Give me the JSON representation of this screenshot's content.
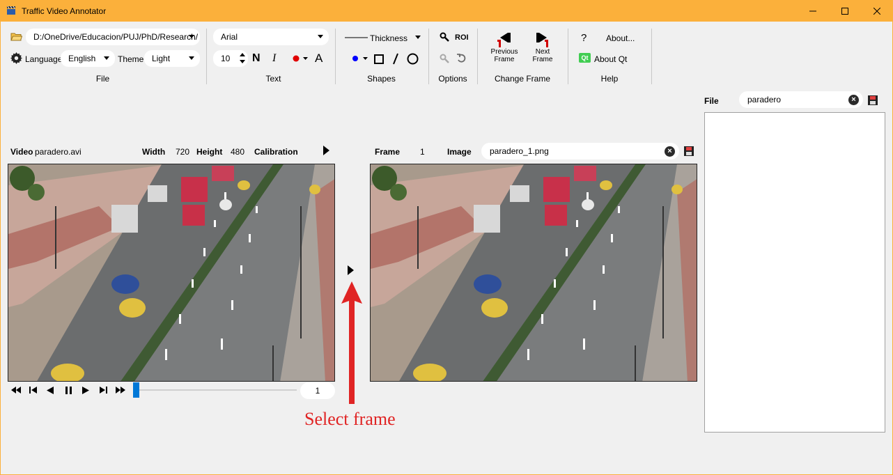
{
  "window": {
    "title": "Traffic Video Annotator"
  },
  "toolbar": {
    "file": {
      "path": "D:/OneDrive/Educacion/PUJ/PhD/Research/",
      "language_label": "Language",
      "language_value": "English",
      "theme_label": "Theme",
      "theme_value": "Light",
      "group_label": "File"
    },
    "text": {
      "font_value": "Arial",
      "size_value": "10",
      "bold_glyph": "N",
      "italic_glyph": "I",
      "font_color_glyph": "A",
      "group_label": "Text"
    },
    "shapes": {
      "thickness_label": "Thickness",
      "group_label": "Shapes",
      "color": "#0000ff"
    },
    "options": {
      "roi_label": "ROI",
      "group_label": "Options"
    },
    "change_frame": {
      "previous_label_1": "Previous",
      "previous_label_2": "Frame",
      "next_label_1": "Next",
      "next_label_2": "Frame",
      "group_label": "Change Frame"
    },
    "help": {
      "help_glyph": "?",
      "about_label": "About...",
      "qt_badge": "Qt",
      "about_qt_label": "About Qt",
      "group_label": "Help"
    }
  },
  "video_panel": {
    "video_label": "Video",
    "video_name": "paradero.avi",
    "width_label": "Width",
    "width_value": "720",
    "height_label": "Height",
    "height_value": "480",
    "calibration_label": "Calibration",
    "frame_number": "1"
  },
  "image_panel": {
    "frame_label": "Frame",
    "frame_value": "1",
    "image_label": "Image",
    "image_name": "paradero_1.png"
  },
  "file_panel": {
    "file_label": "File",
    "search_value": "paradero"
  },
  "annotation": {
    "text": "Select frame",
    "color": "#e02424"
  },
  "colors": {
    "titlebar": "#fbb03b",
    "accent": "#0078d7",
    "text_color_red": "#e00000"
  }
}
